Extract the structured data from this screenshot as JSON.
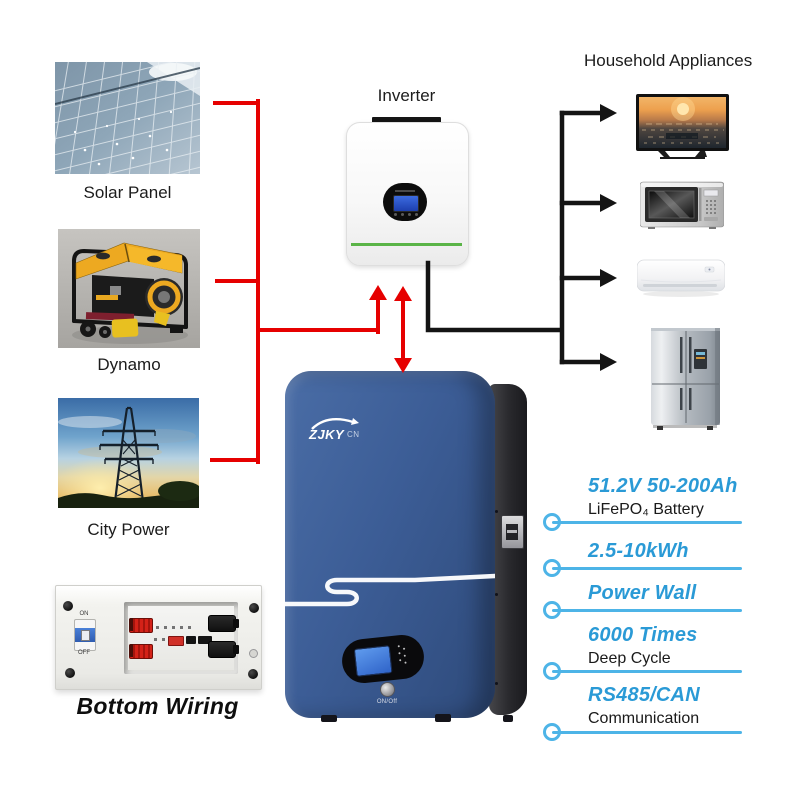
{
  "diagram": {
    "inverter_label": "Inverter",
    "appliances_title": "Household Appliances",
    "sources": [
      {
        "label": "Solar Panel"
      },
      {
        "label": "Dynamo"
      },
      {
        "label": "City Power"
      }
    ],
    "appliances": [
      {
        "name": "tv"
      },
      {
        "name": "microwave"
      },
      {
        "name": "air-conditioner"
      },
      {
        "name": "refrigerator"
      }
    ],
    "battery": {
      "brand": "ZJKY",
      "brand_suffix": "CN",
      "power_button_label": "ON/Off"
    },
    "bottom_wiring": {
      "label": "Bottom Wiring",
      "breaker_on": "ON",
      "breaker_off": "OFF"
    },
    "features": [
      {
        "headline": "51.2V 50-200Ah",
        "sub": "LiFePO₄ Battery"
      },
      {
        "headline": "2.5-10kWh",
        "sub": ""
      },
      {
        "headline": "Power Wall",
        "sub": ""
      },
      {
        "headline": "6000 Times",
        "sub": "Deep Cycle"
      },
      {
        "headline": "RS485/CAN",
        "sub": "Communication"
      }
    ]
  },
  "colors": {
    "accent_blue": "#2a9ad6",
    "line_blue": "#4db4e7",
    "wire_red": "#e60000",
    "wire_black": "#141414",
    "battery_blue": "#3c5d96",
    "inverter_green": "#5ab447"
  }
}
